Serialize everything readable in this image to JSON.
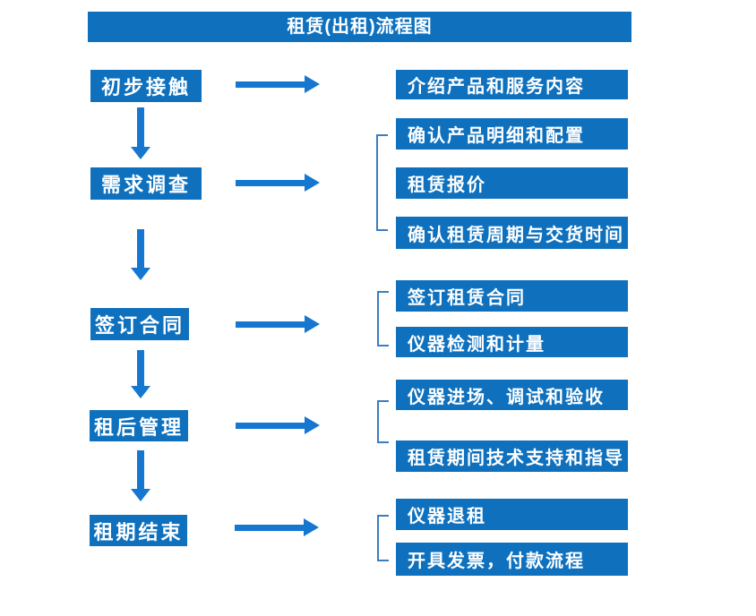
{
  "title": "租赁(出租)流程图",
  "colors": {
    "box": "#0F71BE",
    "arrow": "#1677D0",
    "bracket": "#3B7DC0",
    "text": "#FFFFFF",
    "bg": "#FFFFFF"
  },
  "stages": [
    {
      "label": "初步接触",
      "outputs": [
        "介绍产品和服务内容"
      ]
    },
    {
      "label": "需求调查",
      "outputs": [
        "确认产品明细和配置",
        "租赁报价",
        "确认租赁周期与交货时间"
      ]
    },
    {
      "label": "签订合同",
      "outputs": [
        "签订租赁合同",
        "仪器检测和计量"
      ]
    },
    {
      "label": "租后管理",
      "outputs": [
        "仪器进场、调试和验收",
        "租赁期间技术支持和指导"
      ]
    },
    {
      "label": "租期结束",
      "outputs": [
        "仪器退租",
        "开具发票，付款流程"
      ]
    }
  ]
}
